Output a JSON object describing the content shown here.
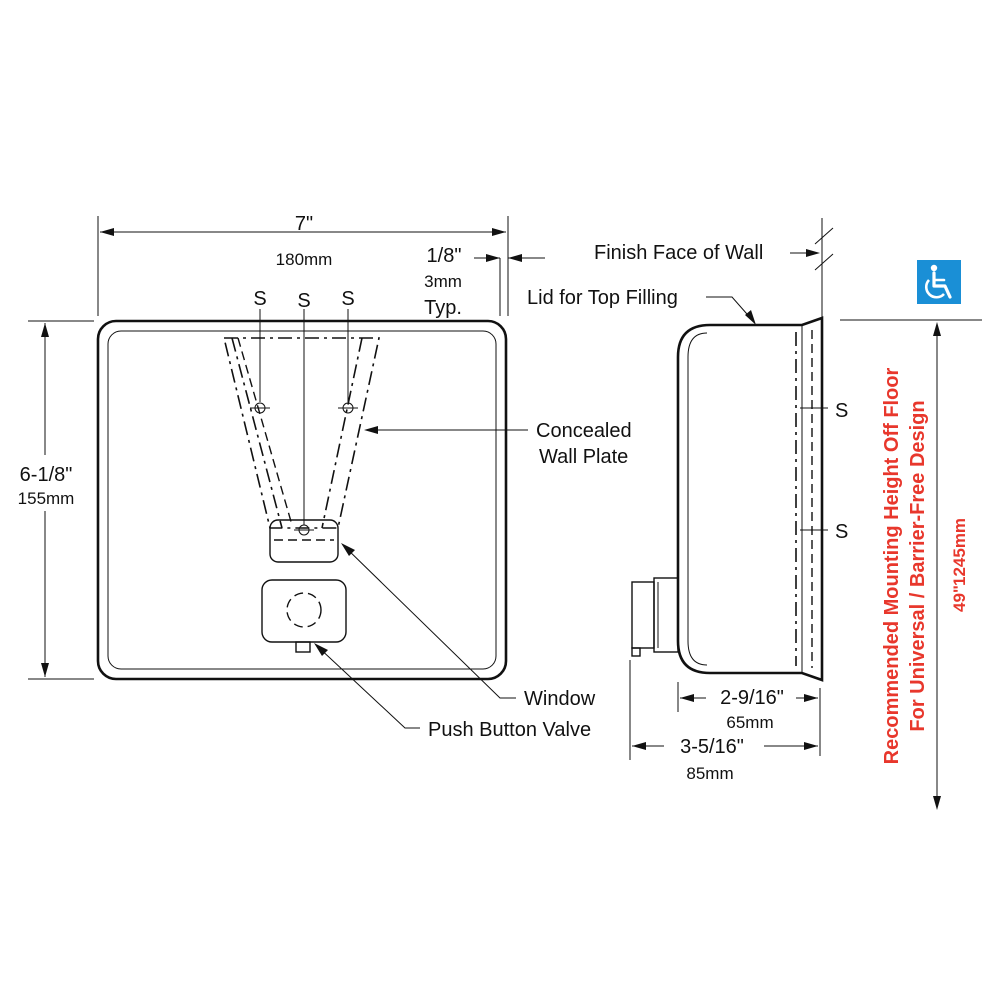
{
  "front_view": {
    "width_imperial": "7\"",
    "width_metric": "180mm",
    "height_imperial": "6-1/8\"",
    "height_metric": "155mm",
    "offset_imperial": "1/8\"",
    "offset_metric": "3mm",
    "offset_note": "Typ.",
    "screw_label": "S",
    "concealed_plate_line1": "Concealed",
    "concealed_plate_line2": "Wall Plate",
    "window_label": "Window",
    "valve_label": "Push Button Valve"
  },
  "side_view": {
    "wall_label": "Finish Face of Wall",
    "lid_label": "Lid for Top Filling",
    "screw_label": "S",
    "depth_body_imperial": "2-9/16\"",
    "depth_body_metric": "65mm",
    "depth_total_imperial": "3-5/16\"",
    "depth_total_metric": "85mm"
  },
  "mounting": {
    "line1": "Recommended Mounting Height Off Floor",
    "line2": "For Universal / Barrier-Free Design",
    "height_imperial": "49\"",
    "height_metric": "1245mm",
    "accent_color": "#e8372c",
    "icon": "wheelchair-accessibility-icon",
    "icon_color": "#1a8fd6"
  }
}
